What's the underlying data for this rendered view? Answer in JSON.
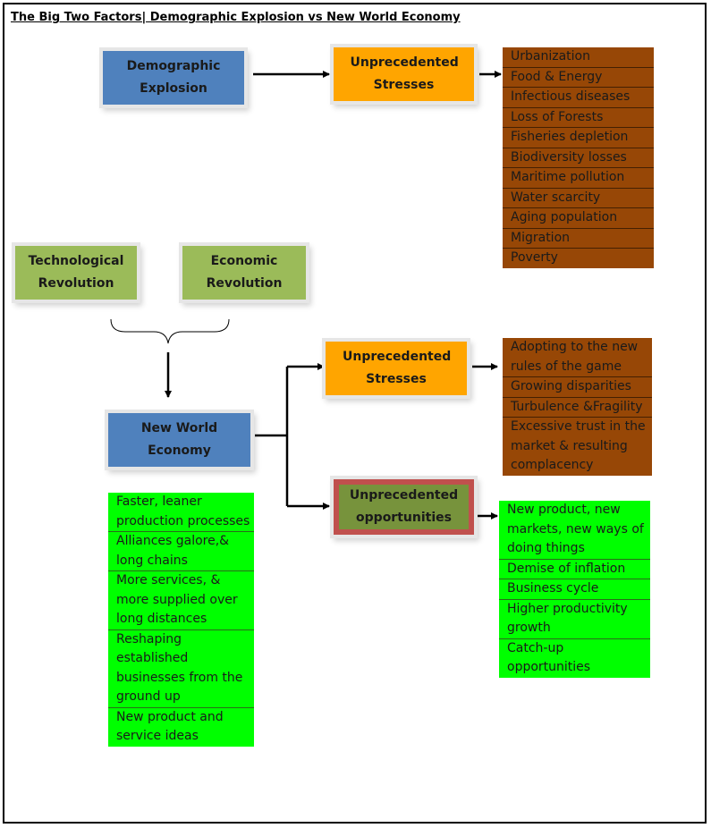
{
  "title": "The Big Two Factors| Demographic Explosion vs New World Economy",
  "nodes": {
    "demographic": "Demographic Explosion",
    "stresses_top": "Unprecedented Stresses",
    "tech": "Technological Revolution",
    "econ": "Economic Revolution",
    "new_world": "New World Economy",
    "stresses_mid": "Unprecedented Stresses",
    "opportunities": "Unprecedented opportunities"
  },
  "lists": {
    "demographic_stresses": [
      "Urbanization",
      "Food & Energy",
      "Infectious diseases",
      "Loss of Forests",
      "Fisheries depletion",
      "Biodiversity losses",
      "Maritime pollution",
      "Water scarcity",
      "Aging population",
      "Migration",
      "Poverty"
    ],
    "economy_stresses": [
      "Adopting to the new rules of the game",
      "Growing disparities",
      "Turbulence &Fragility",
      "Excessive trust in the market & resulting complacency"
    ],
    "opportunities": [
      "New product, new markets, new ways of doing things",
      "Demise of inflation",
      "Business cycle",
      "Higher productivity growth",
      "Catch-up opportunities"
    ],
    "economy_features": [
      "Faster, leaner production processes",
      "Alliances galore,& long chains",
      "More services, & more supplied over long distances",
      "Reshaping established businesses from the ground up",
      "New product and service ideas"
    ]
  },
  "colors": {
    "blue": "#4f81bd",
    "orange": "#ffa500",
    "olive_green": "#9bbb59",
    "brown": "#974706",
    "lime": "#00ff00",
    "opportunity_border": "#c0504d",
    "opportunity_fill": "#77933c"
  }
}
